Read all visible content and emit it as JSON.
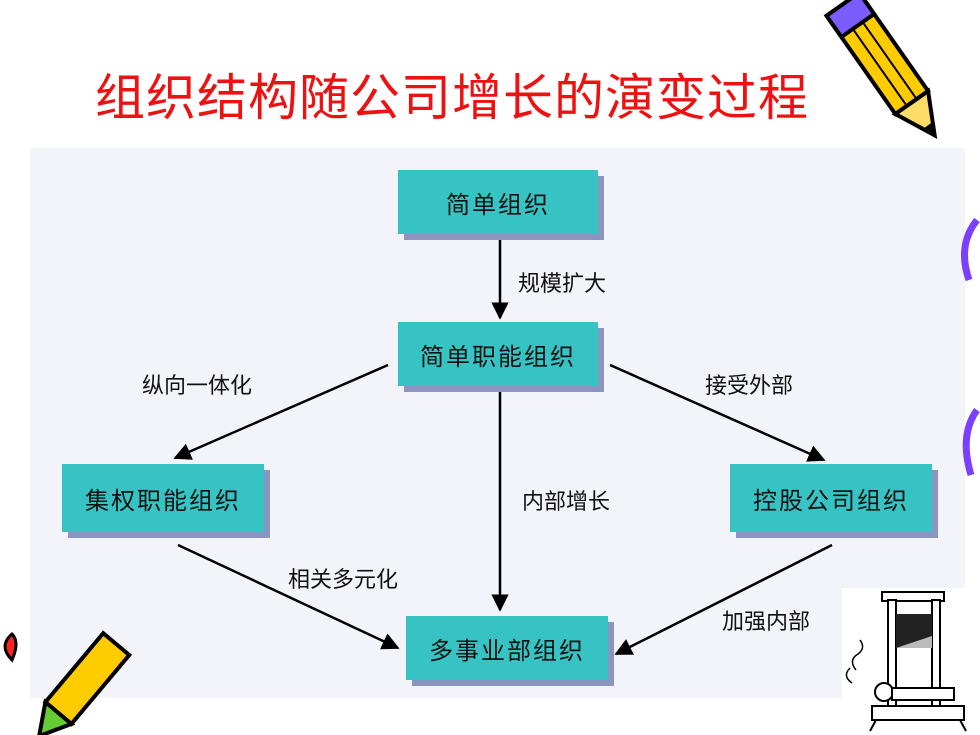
{
  "title": "组织结构随公司增长的演变过程",
  "nodes": {
    "simple": "简单组织",
    "simple_functional": "简单职能组织",
    "centralized_functional": "集权职能组织",
    "holding": "控股公司组织",
    "multidivisional": "多事业部组织"
  },
  "edges": {
    "scale_expand": "规模扩大",
    "vertical_integration": "纵向一体化",
    "accept_external": "接受外部",
    "internal_growth": "内部增长",
    "related_diversification": "相关多元化",
    "strengthen_internal": "加强内部"
  },
  "colors": {
    "title": "#ee1111",
    "node_fill": "#37c3c3",
    "node_shadow": "#8a96c0",
    "panel": "#f3f3fa"
  }
}
